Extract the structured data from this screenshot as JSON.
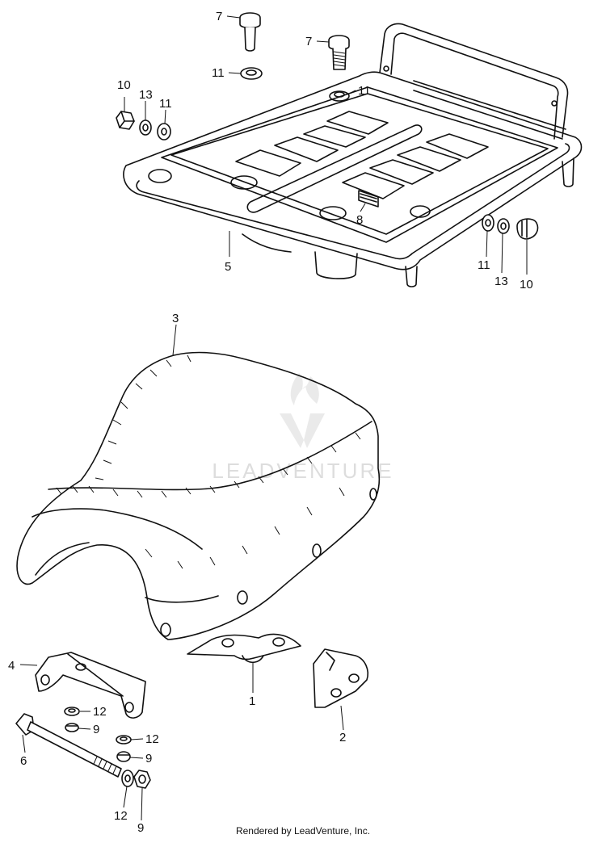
{
  "callouts": {
    "c7a": "7",
    "c7b": "7",
    "c11a": "11",
    "c11b": "11",
    "c11c": "11",
    "c11d": "11",
    "c10a": "10",
    "c10b": "10",
    "c13a": "13",
    "c13b": "13",
    "c5": "5",
    "c8": "8",
    "c3": "3",
    "c4": "4",
    "c1": "1",
    "c2": "2",
    "c6": "6",
    "c12a": "12",
    "c12b": "12",
    "c12c": "12",
    "c9a": "9",
    "c9b": "9",
    "c9c": "9"
  },
  "watermark": {
    "text": "LEADVENTURE",
    "color": "#d9d9d9"
  },
  "footer": {
    "text": "Rendered by LeadVenture, Inc."
  },
  "colors": {
    "line": "#111111",
    "background": "#ffffff"
  }
}
